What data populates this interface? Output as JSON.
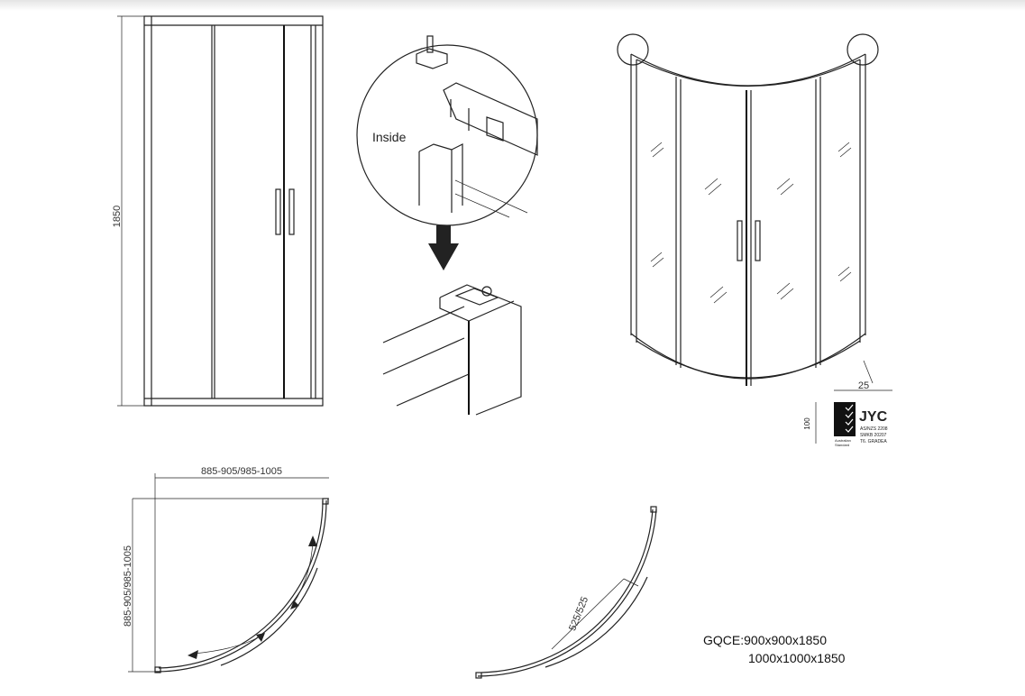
{
  "front_view": {
    "height_dim": "1850"
  },
  "detail": {
    "inside_label": "Inside"
  },
  "label_badge": {
    "width_dim": "25",
    "height_dim": "100",
    "brand": "JYC",
    "standard_1": "AS/NZS 2208",
    "standard_2": "SMKB 20207",
    "standard_3": "T6. GRADEA",
    "caption_1": "Australian",
    "caption_2": "Standard"
  },
  "plan_view": {
    "width_dim": "885-905/985-1005",
    "depth_dim": "885-905/985-1005"
  },
  "door_plan": {
    "opening_dim": "525/525"
  },
  "model": {
    "line_1": "GQCE:900x900x1850",
    "line_2": "1000x1000x1850"
  }
}
